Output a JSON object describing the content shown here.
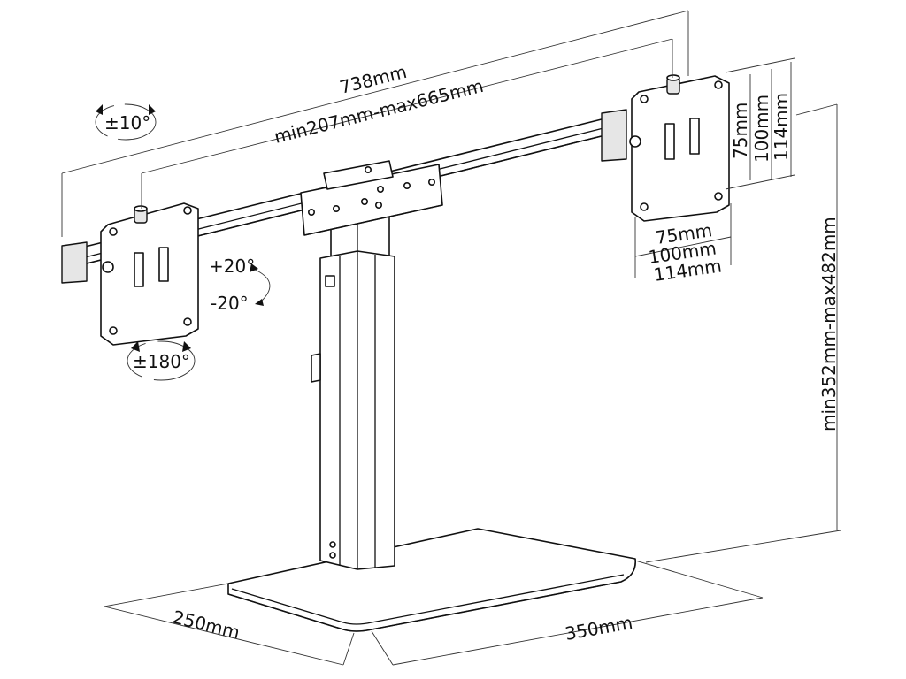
{
  "dimensions": {
    "arm_length": "738mm",
    "arm_range": "min207mm-max665mm",
    "vesa_vertical": [
      "75mm",
      "100mm",
      "114mm"
    ],
    "vesa_horizontal": [
      "75mm",
      "100mm",
      "114mm"
    ],
    "height_range": "min352mm-max482mm",
    "base_depth": "250mm",
    "base_width": "350mm"
  },
  "angles": {
    "rotation": "±10°",
    "tilt_up": "+20°",
    "tilt_down": "-20°",
    "swivel": "±180°"
  },
  "colors": {
    "line": "#111111",
    "fill": "#ffffff",
    "shade": "#e6e6e6"
  }
}
